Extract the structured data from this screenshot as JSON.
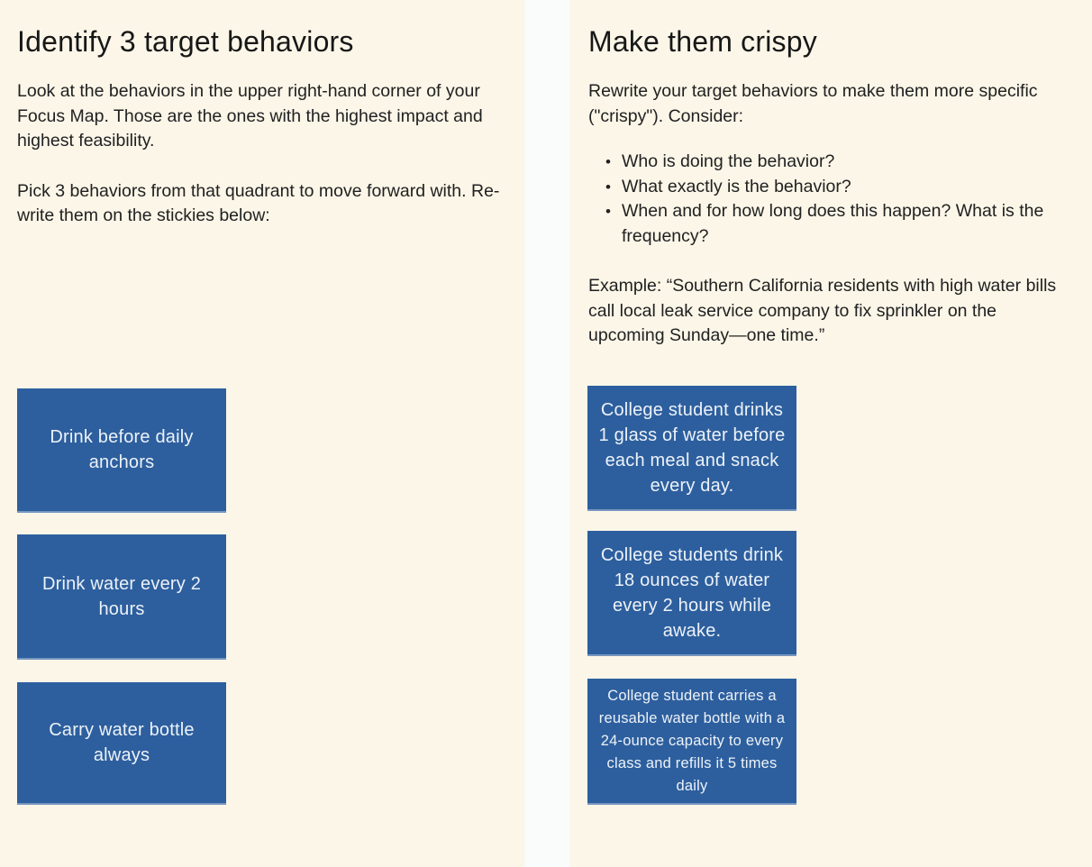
{
  "theme": {
    "panel_background": "#FBF6E8",
    "gap_background": "#FAFBFB",
    "sticky_color": "#2D5F9E",
    "sticky_text_color": "#EDF2F8",
    "text_color": "#212121"
  },
  "left_panel": {
    "title": "Identify 3 target behaviors",
    "paragraphs": [
      "Look at the behaviors in the upper right-hand corner of your Focus Map. Those are the ones with the highest impact and highest feasibility.",
      "Pick 3 behaviors from that quadrant to move forward with. Re-write them on the stickies below:"
    ],
    "stickies": [
      {
        "text": "Drink before daily anchors"
      },
      {
        "text": "Drink water every 2 hours"
      },
      {
        "text": "Carry water bottle always"
      }
    ]
  },
  "right_panel": {
    "title": "Make them crispy",
    "intro": "Rewrite your target behaviors to make them more specific (\"crispy\"). Consider:",
    "bullets": [
      "Who is doing the behavior?",
      "What exactly is the behavior?",
      "When and for how long does this happen? What is the frequency?"
    ],
    "example": "Example: “Southern California residents with high water bills call local leak service company to fix sprinkler on the upcoming Sunday—one time.”",
    "stickies": [
      {
        "text": "College student drinks 1 glass of water before each meal and snack every day."
      },
      {
        "text": "College students drink 18 ounces of water every 2 hours while awake."
      },
      {
        "text": "College student carries a reusable water bottle with a 24-ounce capacity to every class and refills it 5 times daily"
      }
    ]
  }
}
